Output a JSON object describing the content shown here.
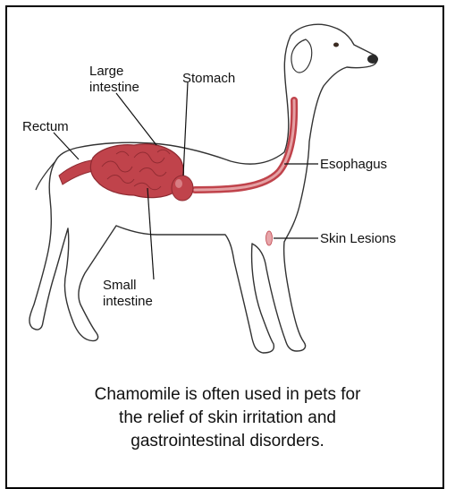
{
  "labels": {
    "large_intestine_line1": "Large",
    "large_intestine_line2": "intestine",
    "stomach": "Stomach",
    "rectum": "Rectum",
    "esophagus": "Esophagus",
    "skin_lesions": "Skin Lesions",
    "small_intestine_line1": "Small",
    "small_intestine_line2": "intestine"
  },
  "caption": {
    "line1": "Chamomile is often used in pets for",
    "line2": "the relief of skin irritation and",
    "line3": "gastrointestinal disorders."
  },
  "colors": {
    "organ_fill": "#c0434b",
    "organ_light": "#e7a6aa",
    "outline": "#333333",
    "background": "#ffffff"
  }
}
